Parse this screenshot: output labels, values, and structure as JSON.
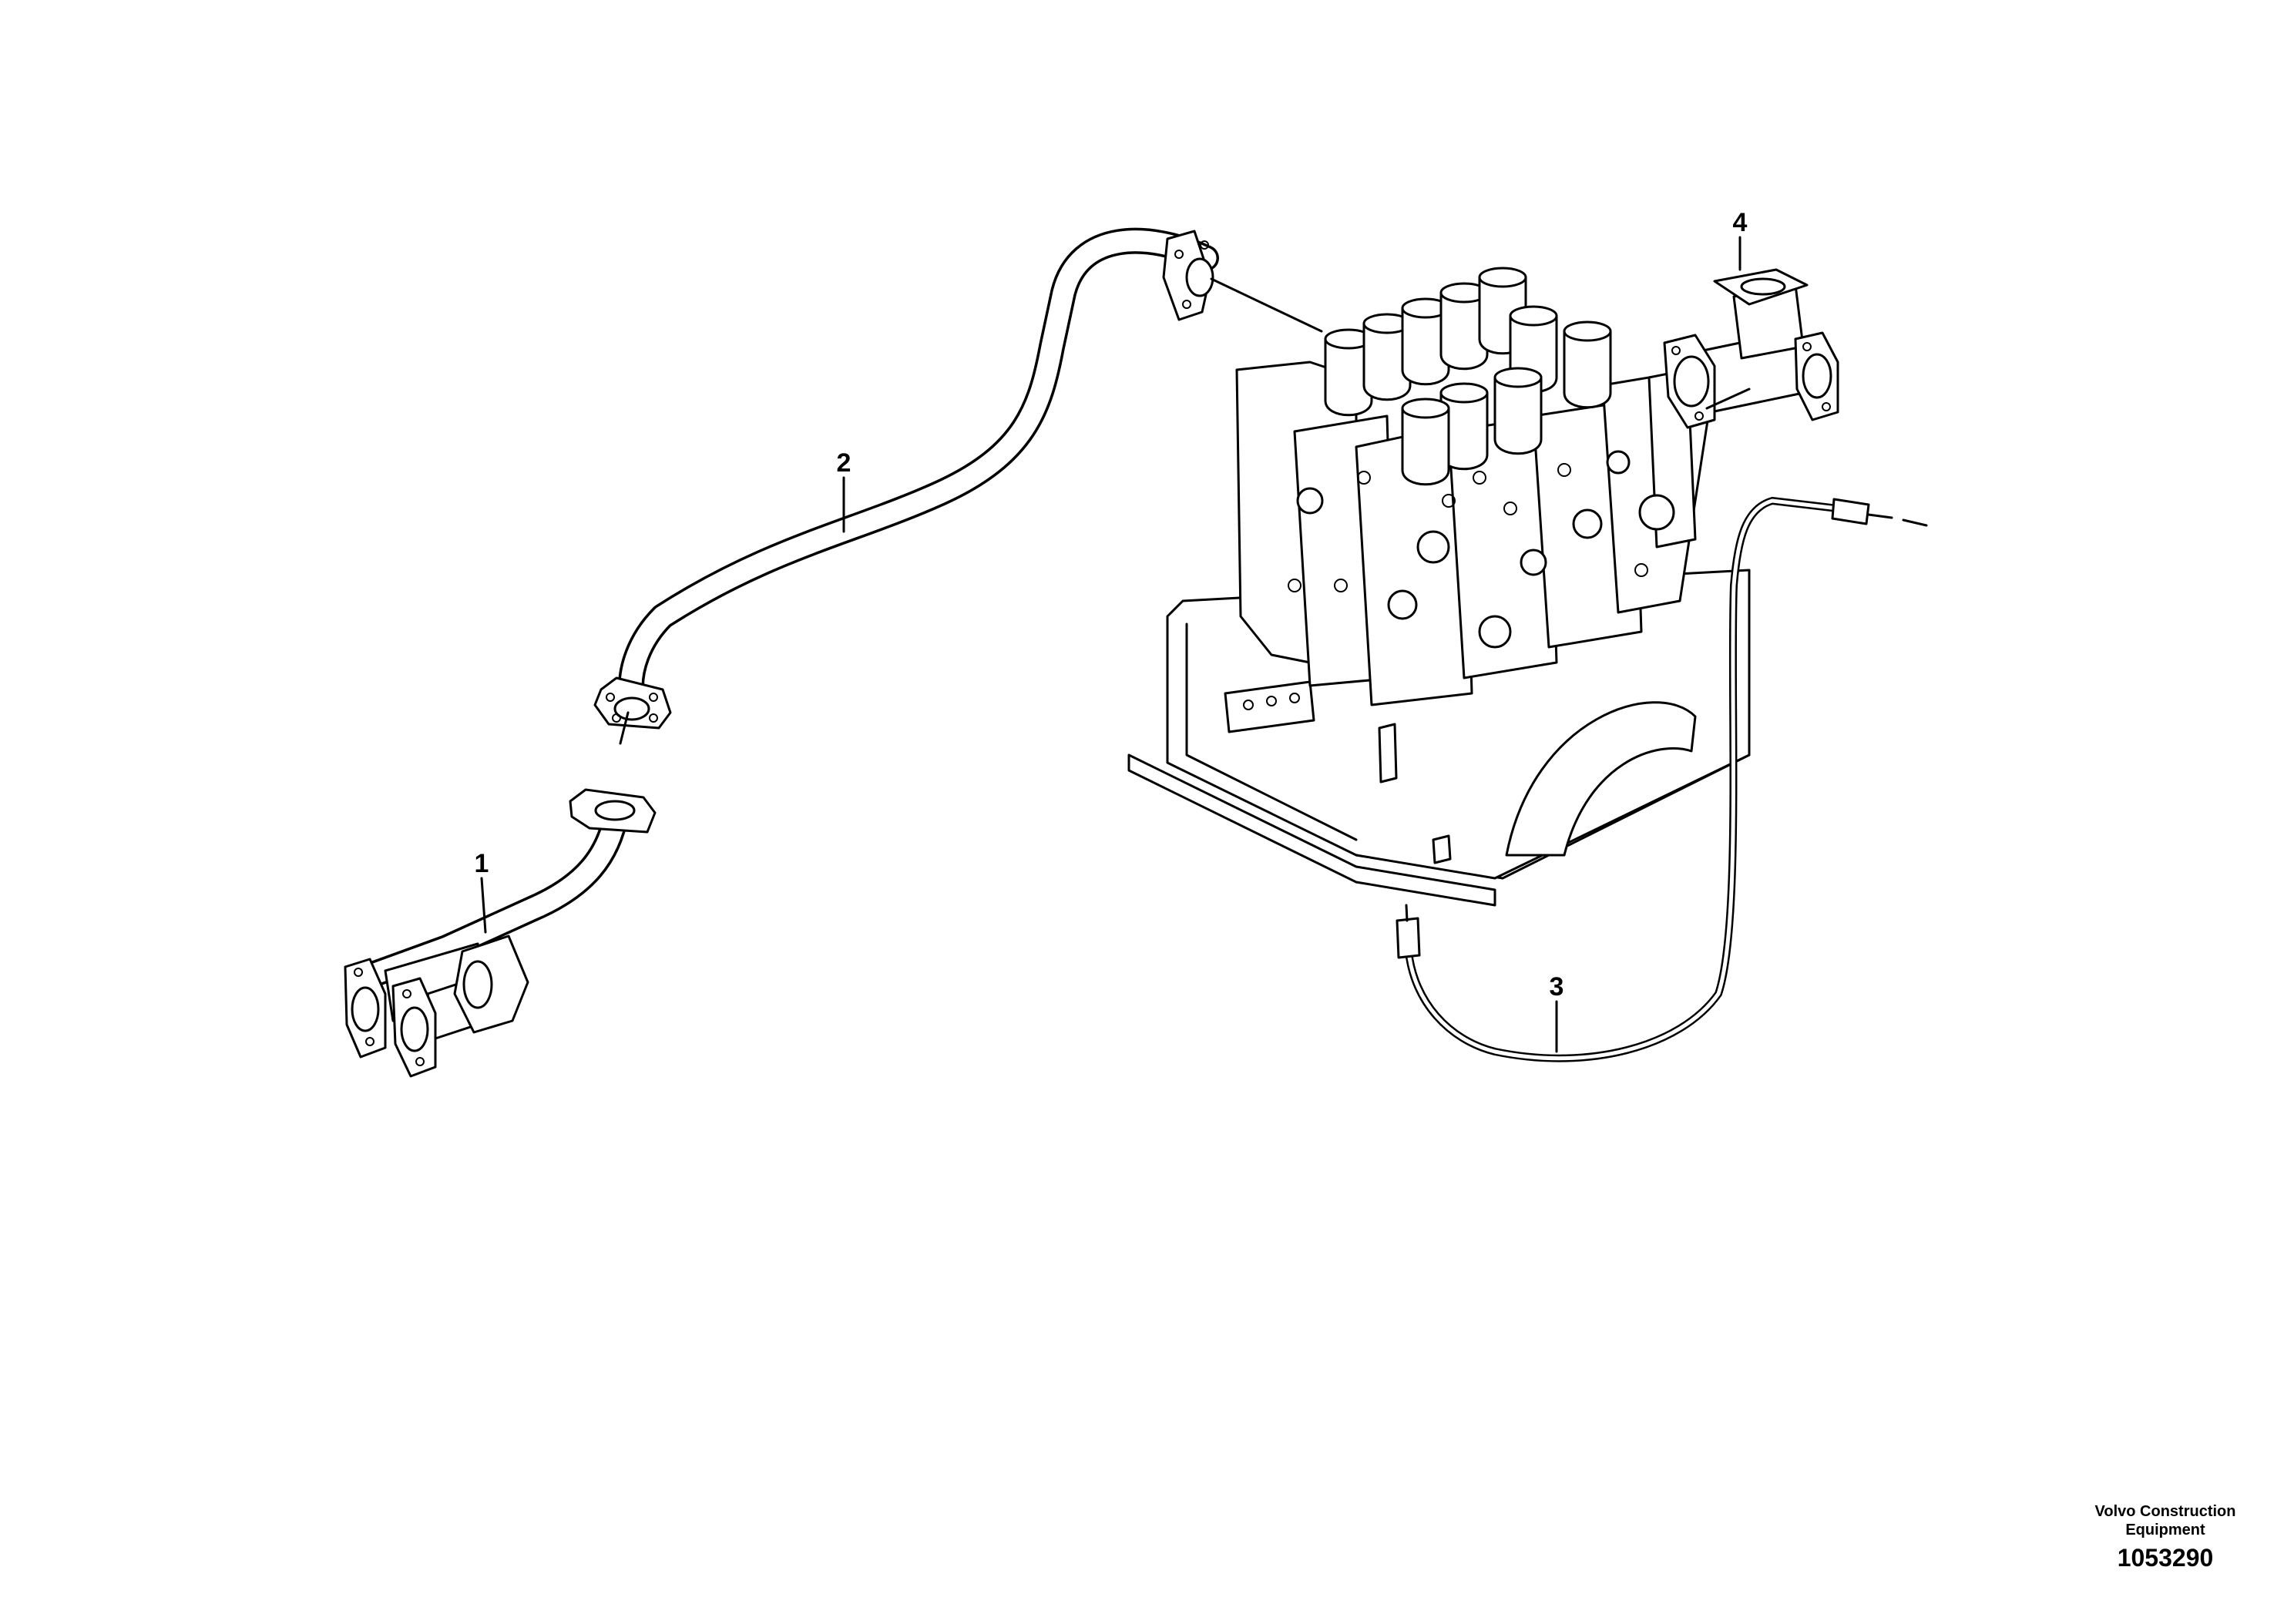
{
  "callouts": {
    "c1": "1",
    "c2": "2",
    "c3": "3",
    "c4": "4"
  },
  "credit": {
    "line1": "Volvo Construction",
    "line2": "Equipment",
    "number": "1053290"
  }
}
